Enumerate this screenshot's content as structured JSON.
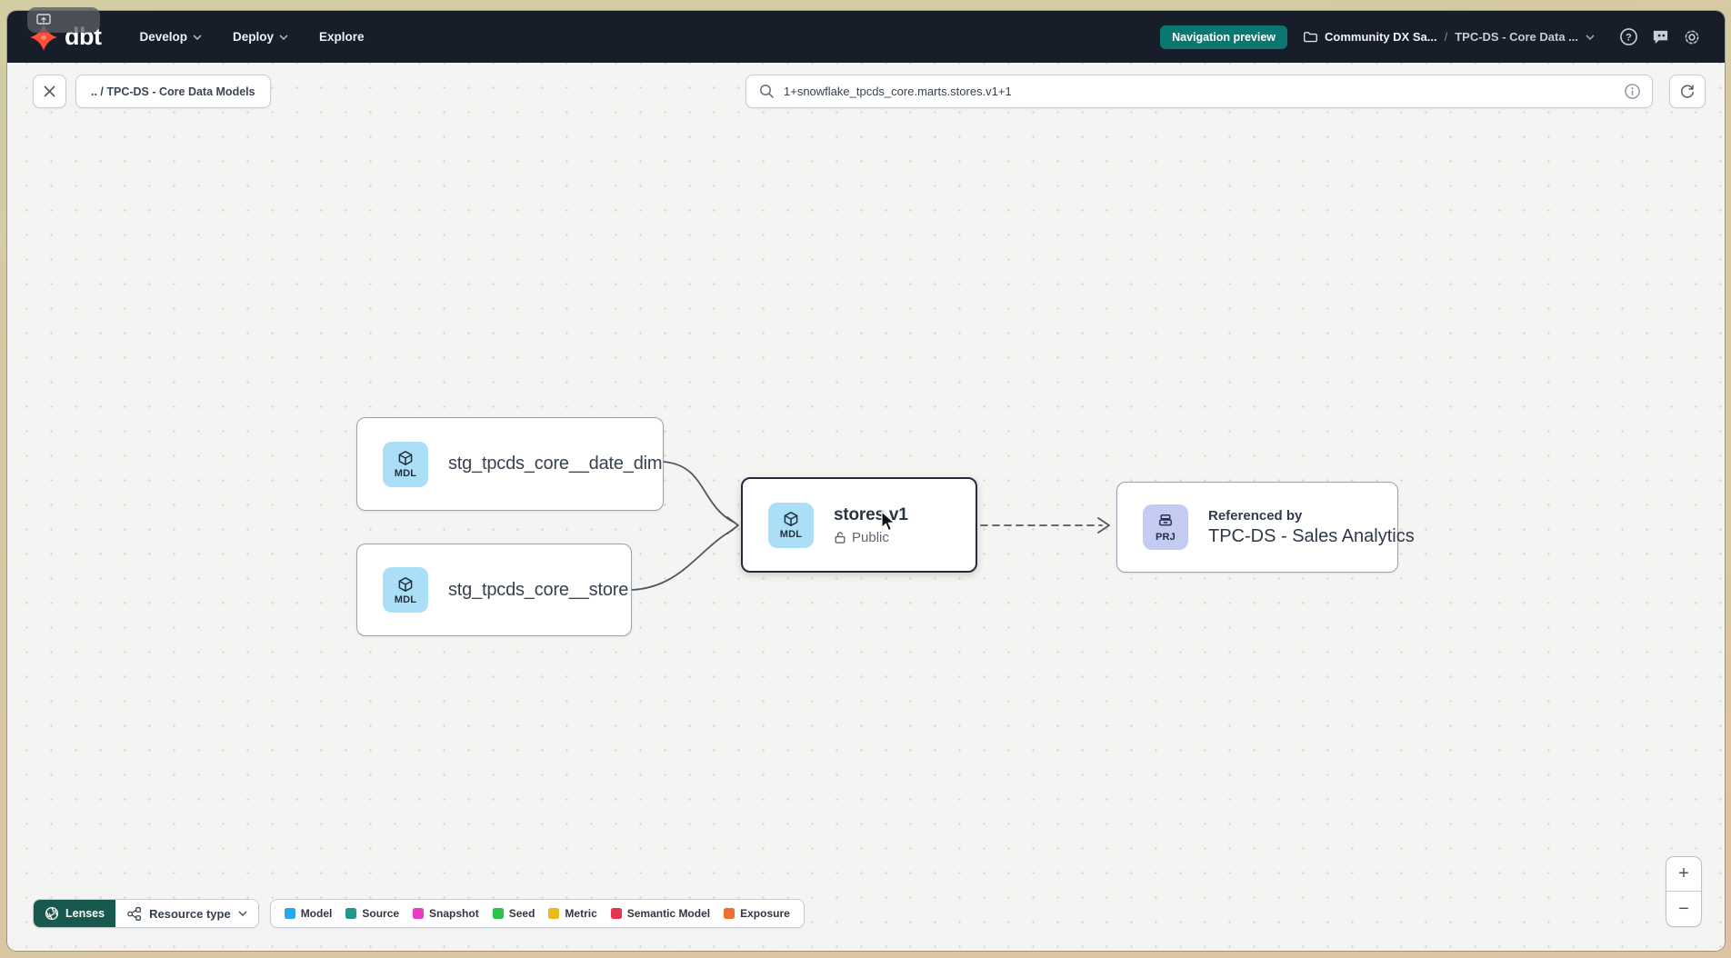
{
  "navbar": {
    "logo": "dbt",
    "menus": [
      {
        "label": "Develop"
      },
      {
        "label": "Deploy"
      },
      {
        "label": "Explore"
      }
    ],
    "preview_badge": "Navigation preview",
    "breadcrumb": {
      "project": "Community DX Sa...",
      "separator": "/",
      "page": "TPC-DS - Core Data ..."
    },
    "colors": {
      "badge_bg": "#0c7670",
      "bar_bg": "#181d2a"
    }
  },
  "toolbar": {
    "path_chip": ".. / TPC-DS - Core Data Models",
    "search_value": "1+snowflake_tpcds_core.marts.stores.v1+1"
  },
  "graph": {
    "nodes": [
      {
        "badge": "MDL",
        "label": "stg_tpcds_core__date_dim",
        "icon_bg": "#abdff7"
      },
      {
        "badge": "MDL",
        "label": "stg_tpcds_core__store",
        "icon_bg": "#abdff7"
      },
      {
        "badge": "MDL",
        "label": "stores.v1",
        "access": "Public",
        "icon_bg": "#abdff7",
        "selected": true
      },
      {
        "badge": "PRJ",
        "kicker": "Referenced by",
        "label": "TPC-DS - Sales Analytics",
        "icon_bg": "#c4cbf3"
      }
    ]
  },
  "footer": {
    "lenses": "Lenses",
    "lenses_bg": "#17594f",
    "resource_type": "Resource type",
    "legend": [
      {
        "label": "Model",
        "color": "#28a8ec"
      },
      {
        "label": "Source",
        "color": "#23998e"
      },
      {
        "label": "Snapshot",
        "color": "#e93cc0"
      },
      {
        "label": "Seed",
        "color": "#2bc24a"
      },
      {
        "label": "Metric",
        "color": "#ecb71f"
      },
      {
        "label": "Semantic Model",
        "color": "#e4344f"
      },
      {
        "label": "Exposure",
        "color": "#ec6f34"
      }
    ],
    "zoom_in": "+",
    "zoom_out": "−"
  }
}
